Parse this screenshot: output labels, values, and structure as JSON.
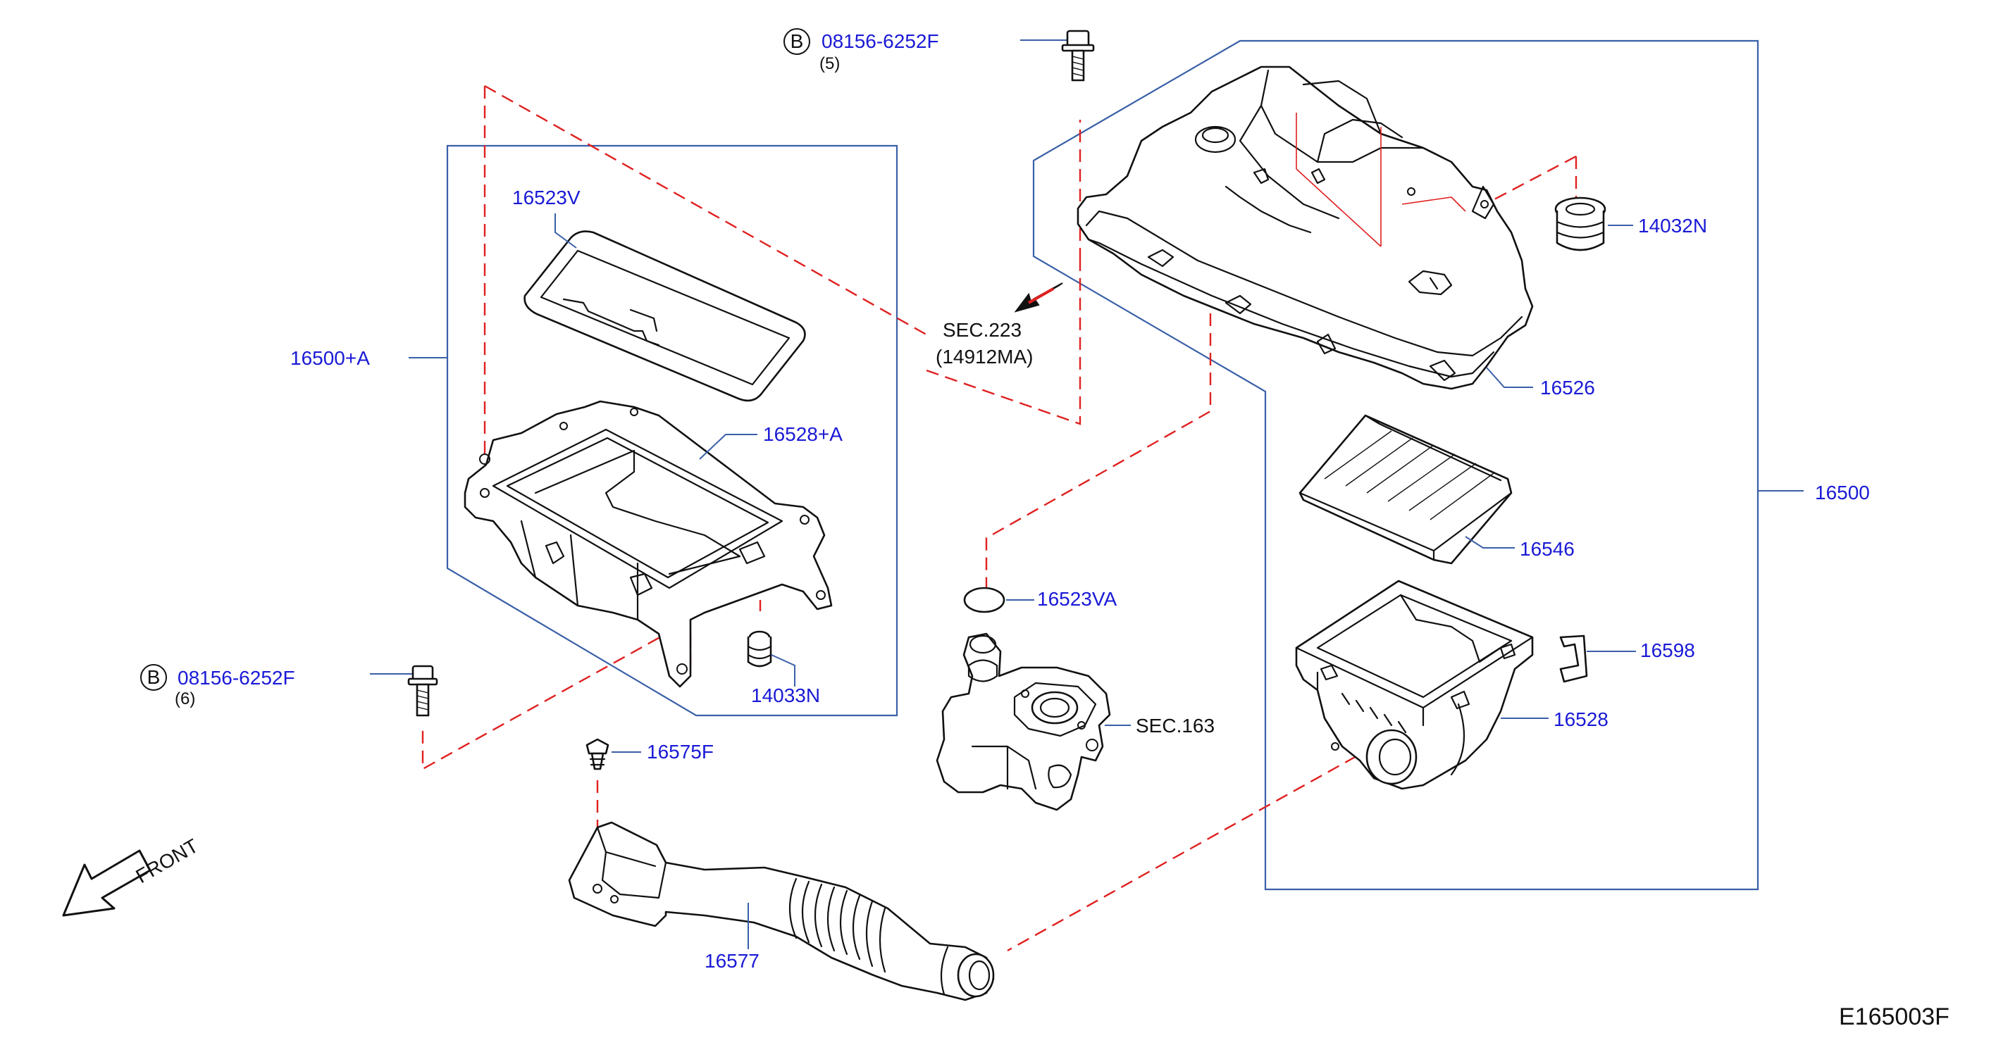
{
  "diagram_id": "E165003F",
  "colors": {
    "callout_text": "#1a1ad6",
    "frame_lines": "#3a5fa8",
    "dashed_guides": "#e02020",
    "part_outline": "#111111"
  },
  "bolt_top": {
    "circle_letter": "B",
    "part_no": "08156-6252F",
    "qty": "(5)"
  },
  "bolt_left": {
    "circle_letter": "B",
    "part_no": "08156-6252F",
    "qty": "(6)"
  },
  "labels": {
    "p16523V": "16523V",
    "p16500A": "16500+A",
    "p16528A": "16528+A",
    "p14033N": "14033N",
    "p16575F": "16575F",
    "p16577": "16577",
    "sec223": "SEC.223",
    "sec223_sub": "(14912MA)",
    "p16523VA": "16523VA",
    "sec163": "SEC.163",
    "p14032N": "14032N",
    "p16526": "16526",
    "p16500": "16500",
    "p16546": "16546",
    "p16598": "16598",
    "p16528": "16528",
    "front": "FRONT"
  },
  "icons": [
    "front-direction-arrow-icon",
    "sec223-direction-arrow-icon"
  ]
}
